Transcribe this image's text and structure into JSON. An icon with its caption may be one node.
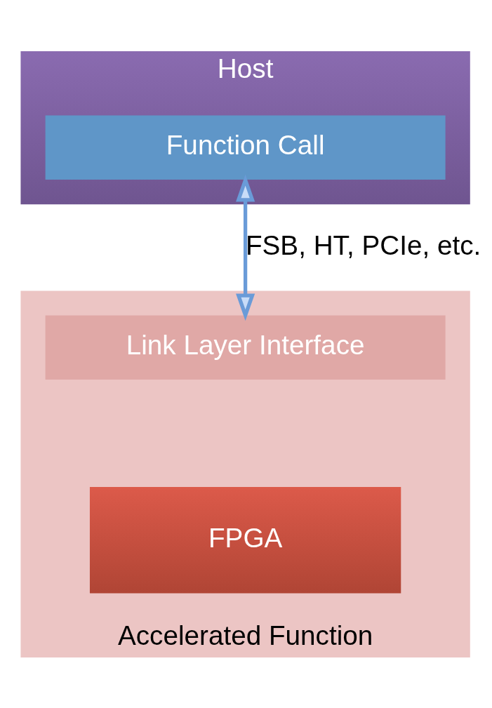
{
  "diagram": {
    "nodes": [
      {
        "text": [
          "Host"
        ]
      },
      {
        "text": [
          "Function Call"
        ],
        "in": 0
      },
      {
        "text": [
          "Accelerated Function"
        ]
      },
      {
        "text": [
          "Link Layer Interface"
        ],
        "in": 2
      },
      {
        "text": [
          "FPGA"
        ],
        "in": 2
      }
    ],
    "edges": [
      {
        "from": 1,
        "to": 3,
        "arrow": "both",
        "label": "FSB, HT, PCIe, etc."
      }
    ]
  }
}
